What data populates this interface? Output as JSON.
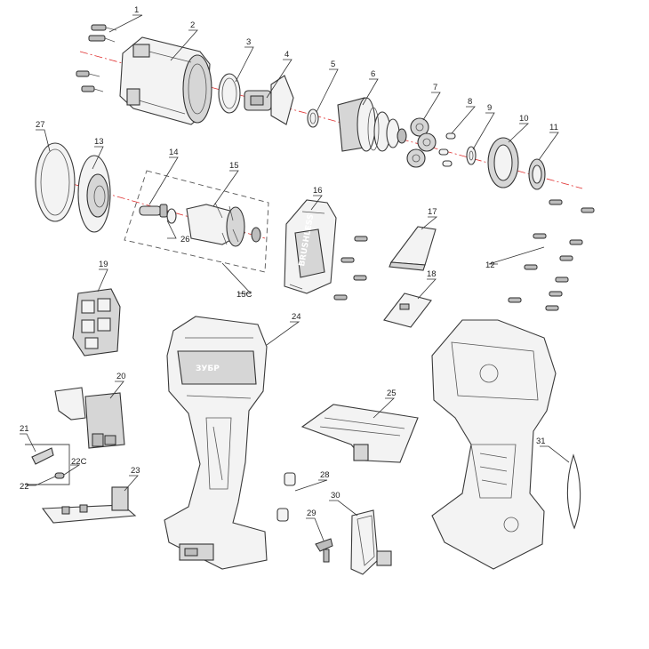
{
  "callouts": {
    "c1": "1",
    "c2": "2",
    "c3": "3",
    "c4": "4",
    "c5": "5",
    "c6": "6",
    "c7": "7",
    "c8": "8",
    "c9": "9",
    "c10": "10",
    "c11": "11",
    "c12": "12",
    "c13": "13",
    "c14": "14",
    "c15": "15",
    "c15c": "15C",
    "c16": "16",
    "c17": "17",
    "c18": "18",
    "c19": "19",
    "c20": "20",
    "c21": "21",
    "c22": "22",
    "c22c": "22C",
    "c23": "23",
    "c24": "24",
    "c25": "25",
    "c26": "26",
    "c27": "27",
    "c28": "28",
    "c29": "29",
    "c30": "30",
    "c31": "31"
  },
  "branding": {
    "logo_text": "ЗУБР",
    "motor_text": "BRUSHLESS"
  },
  "colors": {
    "axis_line": "#e03030",
    "outline": "#333333"
  }
}
